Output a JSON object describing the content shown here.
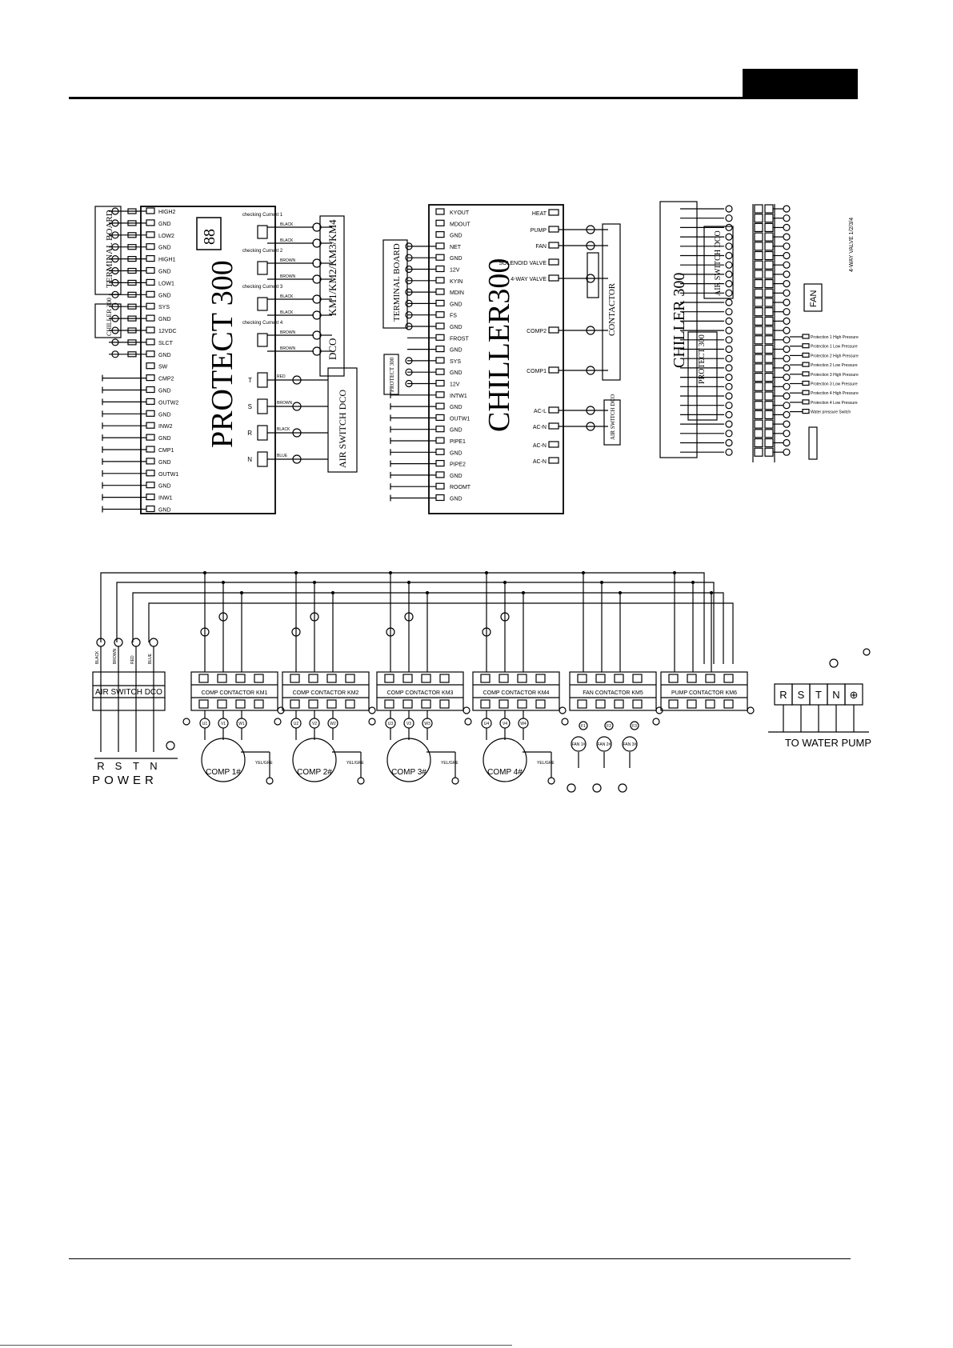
{
  "protect": {
    "title": "PROTECT  300",
    "display": "88",
    "terminal_board": "TERMINAL BOARD",
    "chiller_box": "CHILLER 300",
    "kmlabel": "KM1/KM2/KM3/KM4",
    "dco": "DCO",
    "air_switch": "AIR SWITCH DCO",
    "left_terms": [
      "HIGH2",
      "GND",
      "LOW2",
      "GND",
      "HIGH1",
      "GND",
      "LOW1",
      "GND",
      "SYS",
      "GND",
      "12VDC",
      "SLCT",
      "GND",
      "SW",
      "CMP2",
      "GND",
      "OUTW2",
      "GND",
      "INW2",
      "GND",
      "CMP1",
      "GND",
      "OUTW1",
      "GND",
      "INW1",
      "GND"
    ],
    "checking": [
      "checking Current 1",
      "checking Current 2",
      "checking Current 3",
      "checking Current 4"
    ],
    "check_wires": [
      "BLACK",
      "BLACK",
      "BROWN",
      "BROWN",
      "BLACK",
      "BLACK",
      "BROWN",
      "BROWN"
    ],
    "phase_letters": [
      "T",
      "S",
      "R",
      "N"
    ],
    "phase_wires": [
      "RED",
      "BROWN",
      "BLACK",
      "BLUE"
    ]
  },
  "chiller": {
    "title": "CHILLER300",
    "terminal_board": "TERMINAL BOARD",
    "protect_box": "PROTECT 300",
    "left_terms": [
      "KYOUT",
      "MDOUT",
      "GND",
      "NET",
      "GND",
      "12V",
      "KYIN",
      "MDIN",
      "GND",
      "FS",
      "GND",
      "FROST",
      "GND",
      "SYS",
      "GND",
      "12V",
      "INTW1",
      "GND",
      "OUTW1",
      "GND",
      "PIPE1",
      "GND",
      "PIPE2",
      "GND",
      "ROOMT",
      "GND"
    ],
    "right_terms": [
      "HEAT",
      "PUMP",
      "FAN",
      "SOLENOID VALVE",
      "4-WAY VALVE",
      "COMP2",
      "COMP1",
      "AC-L",
      "AC-N",
      "AC-N",
      "AC-N"
    ],
    "contactor": "CONTACTOR",
    "air_switch": "AIR SWITCH DCO"
  },
  "terminal": {
    "chiller_label": "CHILLER  300",
    "air_switch": "AIR SWITCH DCO",
    "protect": "PROTECT 300",
    "valve": "4-WAY VALVE 1/2/3/4",
    "fan": "FAN",
    "protection": [
      "Protection 1 High Pressure",
      "Protection 1 Low Pressure",
      "Protection 2 High Pressure",
      "Protection 2 Low Pressure",
      "Protection 3 High Pressure",
      "Protection 3 Low Pressure",
      "Protection 4 High Pressure",
      "Protection 4 Low Pressure",
      "Water pressure Switch"
    ]
  },
  "power": {
    "letters": [
      "R",
      "S",
      "T",
      "N"
    ],
    "label": "POWER",
    "air_switch": "AIR SWITCH DCO",
    "wires": [
      "BLACK",
      "BROWN",
      "RED",
      "BLUE"
    ],
    "contactors": [
      "COMP CONTACTOR KM1",
      "COMP CONTACTOR KM2",
      "COMP CONTACTOR KM3",
      "COMP CONTACTOR KM4",
      "FAN CONTACTOR KM5",
      "PUMP CONTACTOR KM6"
    ],
    "comps": [
      "COMP 1#",
      "COMP 2#",
      "COMP 3#",
      "COMP 4#"
    ],
    "comp_terms": [
      [
        "U1",
        "V1",
        "W1"
      ],
      [
        "U2",
        "V2",
        "W2"
      ],
      [
        "U3",
        "V3",
        "W3"
      ],
      [
        "U4",
        "V4",
        "W4"
      ]
    ],
    "fans": [
      "FAN 1#",
      "FAN 2#",
      "FAN 3#"
    ],
    "fan_terms": [
      "F1",
      "F2",
      "F3"
    ],
    "pump_terms": [
      "R",
      "S",
      "T",
      "N",
      "⊕"
    ],
    "water_pump": "TO WATER PUMP",
    "earth": "YEL/GRE"
  }
}
